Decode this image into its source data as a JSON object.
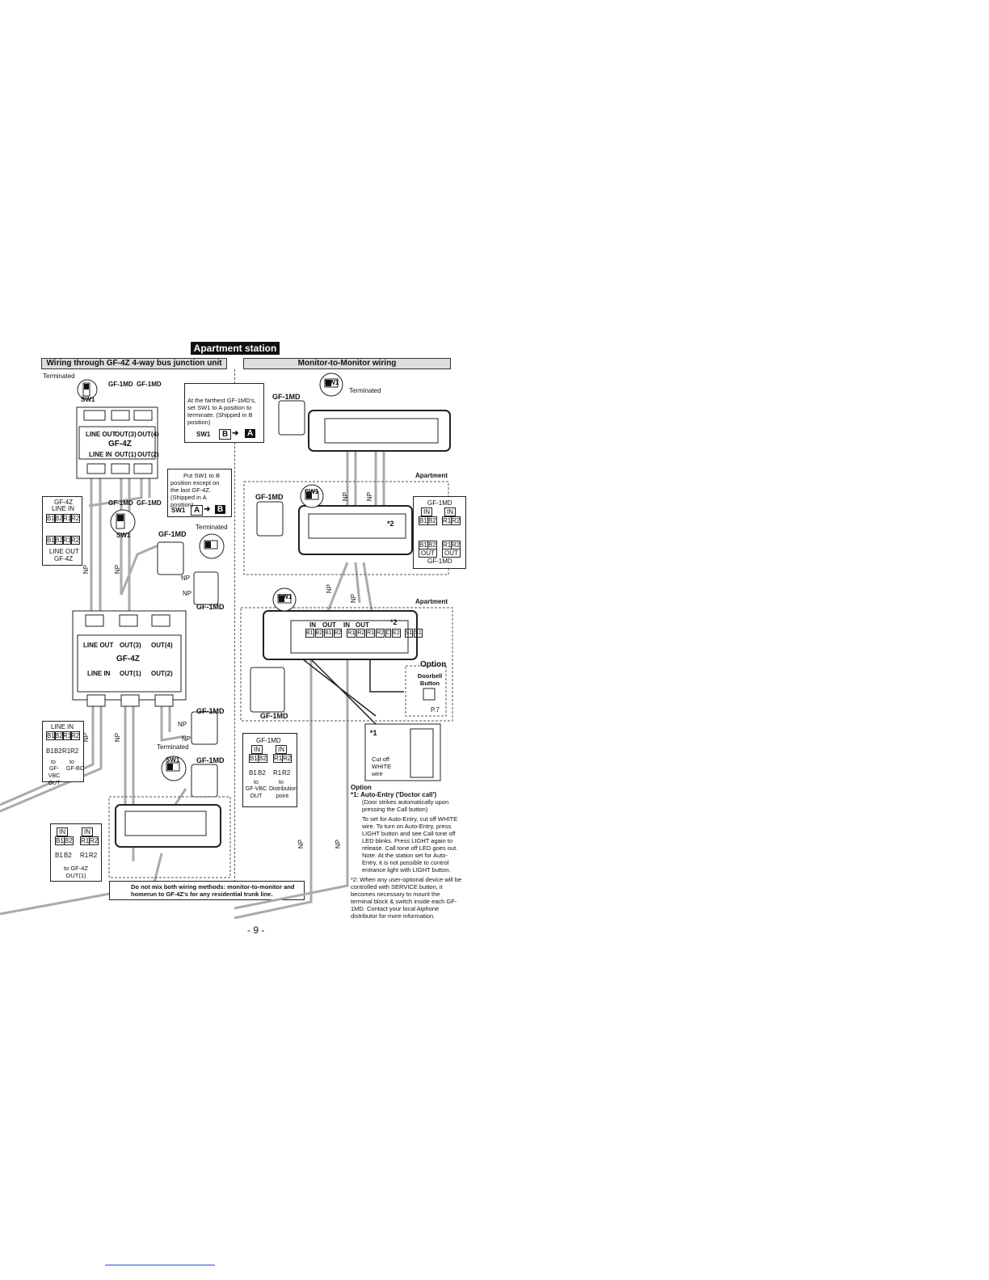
{
  "header": {
    "title": "Apartment station",
    "left_section": "Wiring through GF-4Z 4-way bus junction unit",
    "right_section": "Monitor-to-Monitor wiring"
  },
  "left": {
    "terminated_top": "Terminated",
    "sw1": "SW1",
    "sw_a": "A",
    "sw_b": "B",
    "gf1md": "GF-1MD",
    "gf4z": "GF-4Z",
    "line_out": "LINE OUT",
    "line_in": "LINE IN",
    "out1": "OUT(1)",
    "out2": "OUT(2)",
    "out3": "OUT(3)",
    "out4": "OUT(4)",
    "caution_b": "Put SW1 to B position except on the last GF-4Z. (Shipped in A position)",
    "sw1_a_to_b_sw": "SW1",
    "sw1_a_to_b_from": "A",
    "sw1_a_to_b_to": "B",
    "inset1": {
      "top": "GF-4Z",
      "top2": "LINE IN",
      "row1": [
        "B1",
        "B2",
        "R1",
        "R2"
      ],
      "row2": [
        "B1",
        "B2",
        "R1",
        "R2"
      ],
      "bottom": "LINE OUT",
      "bottom2": "GF-4Z"
    },
    "terminated_mid": "Terminated",
    "np": "NP",
    "inset2": {
      "top": "LINE IN",
      "row1": [
        "B1",
        "B2",
        "R1",
        "R2"
      ],
      "row2": [
        "B1",
        "B2",
        "R1",
        "R2"
      ],
      "to1": "to",
      "to2": "to",
      "dest1": "GF-VBC OUT",
      "dest2": "GF-BC"
    },
    "terminated_low": "Terminated",
    "inset3": {
      "in1": "IN",
      "in2": "IN",
      "row1": [
        "B1",
        "B2",
        "R1",
        "R2"
      ],
      "row2": [
        "B1",
        "B2",
        "R1",
        "R2"
      ],
      "dest": "to GF-4Z OUT(1)"
    },
    "warning": "Do not mix both wiring methods: monitor-to-monitor and homerun to GF-4Z's for any residential trunk line."
  },
  "right": {
    "caution_a": "At the farthest GF-1MD's, set SW1 to A position to terminate. (Shipped in B position)",
    "sw_label": "SW1",
    "sw_from": "B",
    "sw_to": "A",
    "gf1md": "GF-1MD",
    "terminated": "Terminated",
    "apartment": "Apartment",
    "np": "NP",
    "star2": "*2",
    "inset_gf1md": {
      "top": "GF-1MD",
      "in1": "IN",
      "in2": "IN",
      "r1": [
        "B1",
        "B2"
      ],
      "r2": [
        "R1",
        "R2"
      ],
      "out1": "OUT",
      "out2": "OUT",
      "bottom": "GF-1MD"
    },
    "in_label": "IN",
    "out_label": "OUT",
    "term_row": [
      "B1",
      "B2",
      "B1",
      "B2",
      "R1",
      "R2",
      "R1",
      "R2",
      "C",
      "E2",
      "S1",
      "S1"
    ],
    "option": "Option",
    "doorbell": "Doorbell Button",
    "page_ref": "P.7",
    "star1": "*1",
    "cutoff": "Cut off WHITE wire",
    "inset_dest": {
      "top": "GF-1MD",
      "in1": "IN",
      "in2": "IN",
      "r1": [
        "B1",
        "B2"
      ],
      "r2": [
        "R1",
        "R2"
      ],
      "row1": [
        "B1",
        "B2"
      ],
      "row2": [
        "R1",
        "R2"
      ],
      "to1": "to",
      "to2": "to",
      "dest1": "GF-VBC OUT",
      "dest2": "Distribution point"
    },
    "notes": {
      "option_title": "Option",
      "n1_title": "*1: Auto-Entry ('Doctor call')",
      "n1_sub": "(Door strikes automatically upon pressing the Call button)",
      "n1_body": "To set for Auto-Entry, cut off WHITE wire. To turn on Auto-Entry, press LIGHT button and see Call tone off LED blinks. Press LIGHT again to release. Call tone off LED goes out.",
      "n1_note": "Note: At the station set for Auto-Entry, it is not possible to control entrance light with LIGHT button.",
      "n2": "*2: When any user-optional device will be controlled with SERVICE button, it becomes necessary to mount the terminal block & switch inside each GF-1MD. Contact your local Aiphone distributor for more information."
    }
  },
  "footer": {
    "page": "- 9 -"
  }
}
